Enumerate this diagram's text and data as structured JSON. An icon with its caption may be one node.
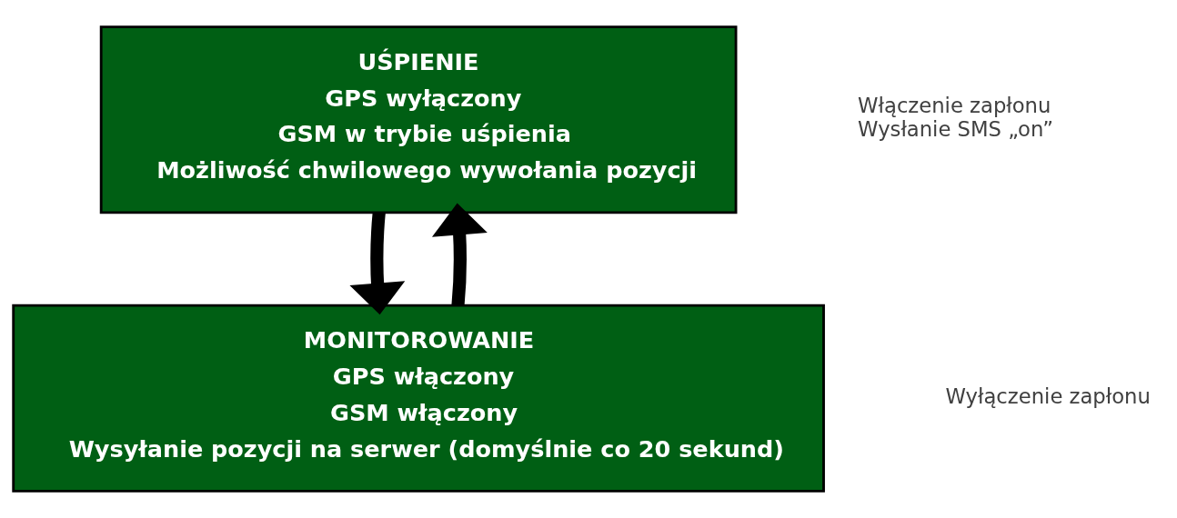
{
  "diagram": {
    "nodes": [
      {
        "text": [
          "UŚPIENIE",
          "GPS wyłączony",
          "GSM w trybie uśpienia",
          "Możliwość chwilowego wywołania pozycji"
        ]
      },
      {
        "text": [
          "MONITOROWANIE",
          "GPS włączony",
          "GSM włączony",
          "Wysyłanie pozycji na serwer (domyślnie co 20 sekund)"
        ]
      }
    ],
    "edges": [
      {
        "from": 0,
        "to": 1,
        "arrow": "to"
      },
      {
        "from": 1,
        "to": 0,
        "arrow": "to"
      }
    ],
    "labels": [
      "Włączenie zapłonu",
      "Wysłanie SMS „on”",
      "Wyłączenie zapłonu"
    ]
  }
}
